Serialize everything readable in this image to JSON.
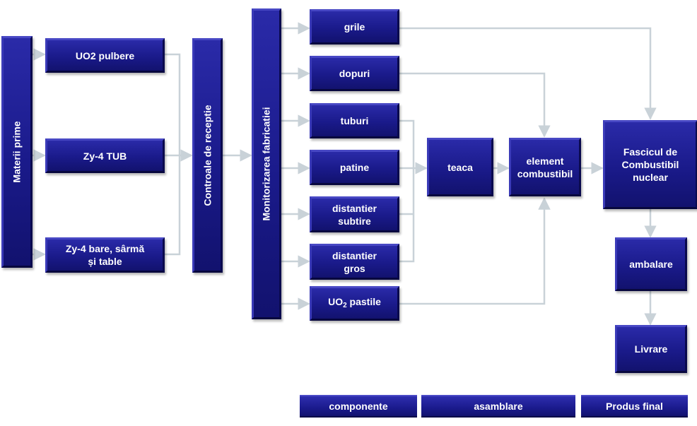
{
  "left_column": {
    "raw_materials": "Materii prime",
    "reception": "Controale de receptie",
    "monitoring": "Monitorizarea fabricatiei"
  },
  "inputs": {
    "uo2_powder": "UO2 pulbere",
    "zy4_tube": "Zy-4 TUB",
    "zy4_bars_line1": "Zy-4 bare, sârmă",
    "zy4_bars_line2": "și table"
  },
  "components": {
    "grile": "grile",
    "dopuri": "dopuri",
    "tuburi": "tuburi",
    "patine": "patine",
    "distantier_subtire_line1": "distantier",
    "distantier_subtire_line2": "subtire",
    "distantier_gros_line1": "distantier",
    "distantier_gros_line2": "gros",
    "uo2_pellets_prefix": "UO",
    "uo2_pellets_sub": "2",
    "uo2_pellets_suffix": " pastile"
  },
  "assembly": {
    "teaca": "teaca",
    "element_line1": "element",
    "element_line2": "combustibil"
  },
  "product": {
    "bundle_line1": "Fascicul de",
    "bundle_line2": "Combustibil",
    "bundle_line3": "nuclear",
    "packing": "ambalare",
    "delivery": "Livrare"
  },
  "stage_labels": {
    "components": "componente",
    "assembly": "asamblare",
    "final": "Produs final"
  },
  "colors": {
    "box": "#1a1a8a",
    "connector": "#c9d2d8"
  }
}
